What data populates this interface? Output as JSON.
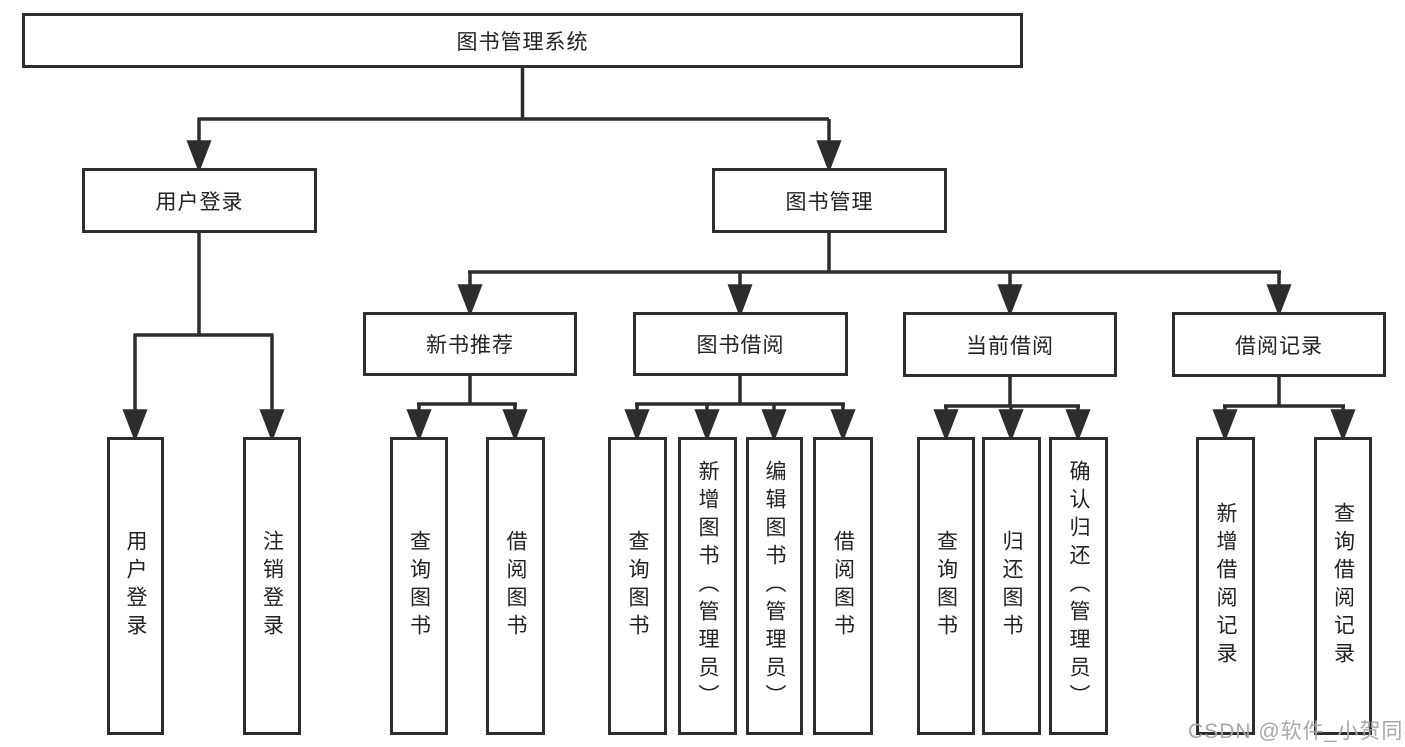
{
  "diagram": {
    "type": "hierarchy-tree",
    "title": "图书管理系统",
    "tree": {
      "图书管理系统": {
        "用户登录": [
          "用户登录",
          "注销登录"
        ],
        "图书管理": {
          "新书推荐": [
            "查询图书",
            "借阅图书"
          ],
          "图书借阅": [
            "查询图书",
            "新增图书（管理员）",
            "编辑图书（管理员）",
            "借阅图书"
          ],
          "当前借阅": [
            "查询图书",
            "归还图书",
            "确认归还（管理员）"
          ],
          "借阅记录": [
            "新增借阅记录",
            "查询借阅记录"
          ]
        }
      }
    }
  },
  "nodes": {
    "root": {
      "label": "图书管理系统"
    },
    "user_login": {
      "label": "用户登录"
    },
    "book_mgmt": {
      "label": "图书管理"
    },
    "new_book_rec": {
      "label": "新书推荐"
    },
    "book_borrow": {
      "label": "图书借阅"
    },
    "current_borrow": {
      "label": "当前借阅"
    },
    "borrow_record": {
      "label": "借阅记录"
    },
    "leaf_user_login": {
      "label": "用户登录"
    },
    "leaf_logout": {
      "label": "注销登录"
    },
    "leaf_query_book_rec": {
      "label": "查询图书"
    },
    "leaf_borrow_book_rec": {
      "label": "借阅图书"
    },
    "leaf_query_book_borrow": {
      "label": "查询图书"
    },
    "leaf_add_book": {
      "label": "新增图书（管理员）"
    },
    "leaf_edit_book": {
      "label": "编辑图书（管理员）"
    },
    "leaf_borrow_book_borrow": {
      "label": "借阅图书"
    },
    "leaf_query_book_current": {
      "label": "查询图书"
    },
    "leaf_return_book": {
      "label": "归还图书"
    },
    "leaf_confirm_return": {
      "label": "确认归还（管理员）"
    },
    "leaf_add_borrow_record": {
      "label": "新增借阅记录"
    },
    "leaf_query_borrow_record": {
      "label": "查询借阅记录"
    }
  },
  "watermark": {
    "text": "CSDN @软件_小贺同学"
  },
  "colors": {
    "line": "#2d2d2d",
    "border": "#2d2d2d",
    "text": "#222222",
    "watermark": "#a8a8a8",
    "background": "#ffffff"
  }
}
